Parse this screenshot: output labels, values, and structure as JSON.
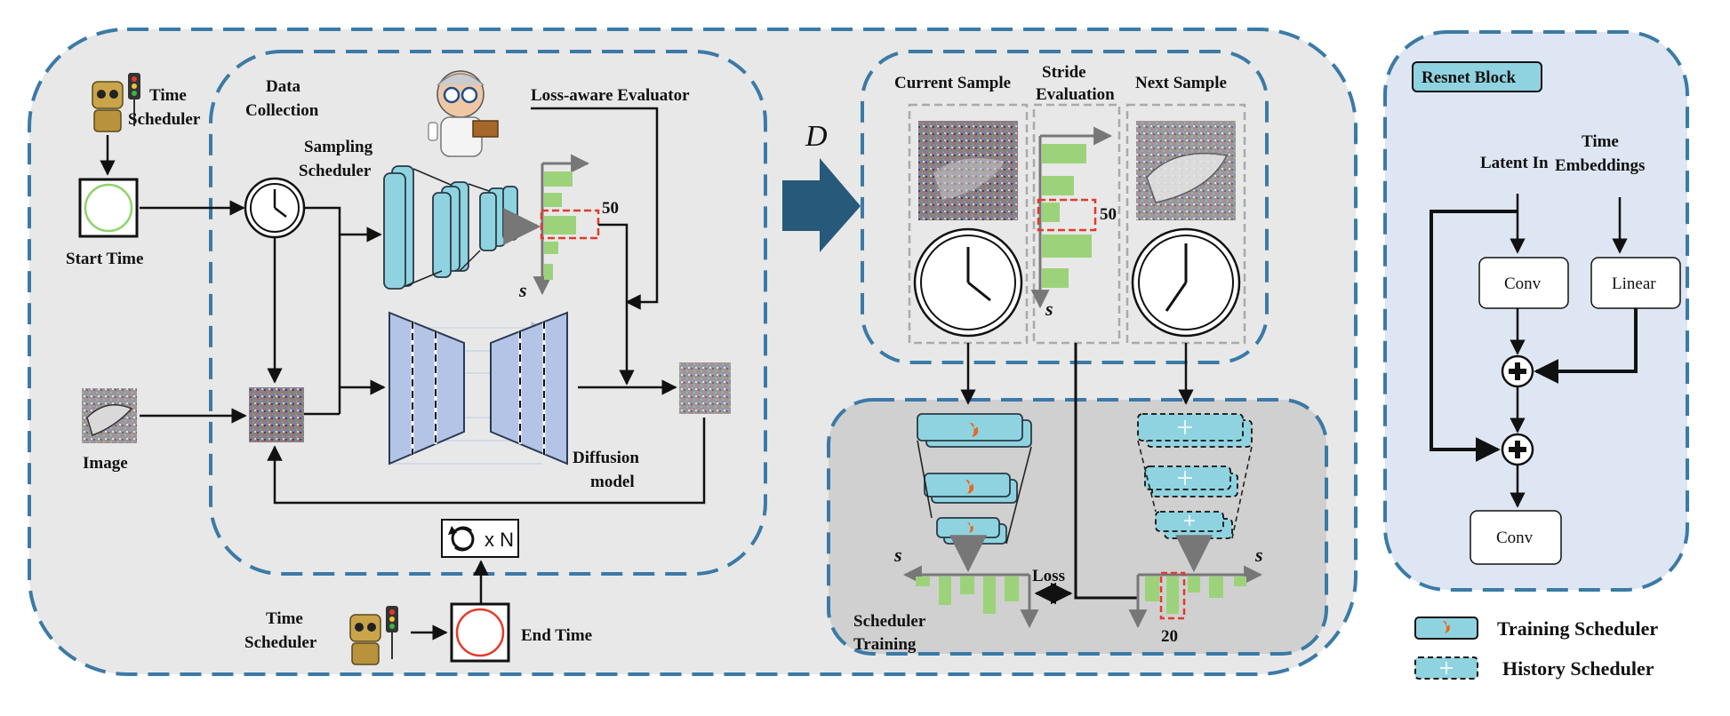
{
  "labels": {
    "time_scheduler_top": "Time Scheduler",
    "start_time": "Start Time",
    "image": "Image",
    "data_collection": "Data Collection",
    "sampling_scheduler": "Sampling Scheduler",
    "loss_aware_evaluator": "Loss-aware Evaluator",
    "value_50": "50",
    "s_symbol": "s",
    "diffusion_model": "Diffusion model",
    "repeat": "x N",
    "time_scheduler_bottom": "Time Scheduler",
    "end_time": "End Time",
    "d_symbol": "D",
    "current_sample": "Current Sample",
    "stride_evaluation": "Stride Evaluation",
    "next_sample": "Next Sample",
    "stride_value": "50",
    "scheduler_training": "Scheduler Training",
    "loss": "Loss",
    "value_20": "20",
    "resnet_block": "Resnet Block",
    "latent_in": "Latent In",
    "time_embeddings": "Time Embeddings",
    "conv_top": "Conv",
    "linear": "Linear",
    "conv_bottom": "Conv",
    "legend_training": "Training Scheduler",
    "legend_history": "History Scheduler"
  },
  "colors": {
    "panel_bg": "#e8e8e8",
    "dashed_border": "#3b7aa6",
    "training_bg": "#d0d0d0",
    "resnet_bg": "#dde6f2",
    "scheduler_fill": "#8fd3e0",
    "bar_green": "#9cd37a",
    "highlight_red": "#e23b2a",
    "big_arrow": "#27597a",
    "unet_fill": "#b3c4e6"
  },
  "icons": [
    "robot-icon",
    "scientist-icon",
    "clock-icon",
    "fire-icon",
    "snowflake-icon",
    "loop-icon",
    "plus-icon"
  ]
}
